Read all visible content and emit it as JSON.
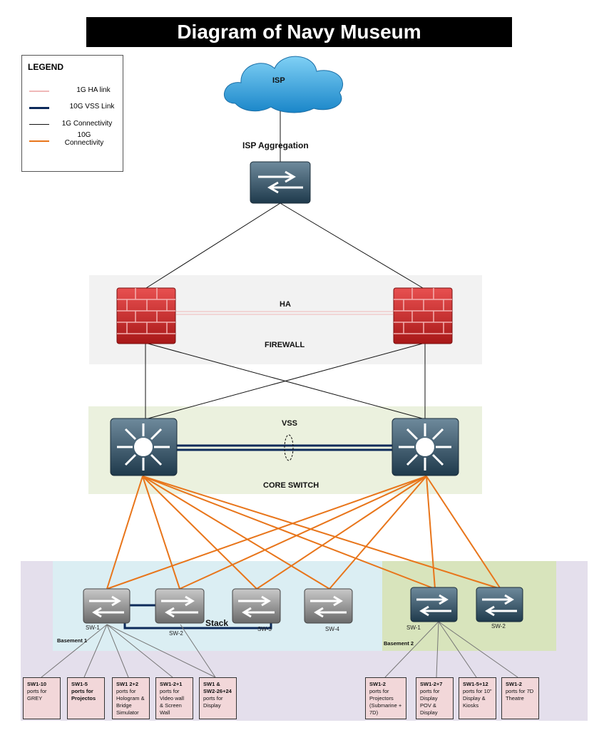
{
  "title": "Diagram of Navy Museum",
  "legend": {
    "title": "LEGEND",
    "items": [
      {
        "label": "1G HA link",
        "color": "#f0b8b8"
      },
      {
        "label": "10G VSS Link",
        "color": "#0c2a5a"
      },
      {
        "label": "1G Connectivity",
        "color": "#111111"
      },
      {
        "label": "10G Connectivity",
        "color": "#e8751a"
      }
    ]
  },
  "labels": {
    "isp": "ISP",
    "isp_aggregation": "ISP Aggregation",
    "ha": "HA",
    "firewall": "FIREWALL",
    "vss": "VSS",
    "core_switch": "CORE SWITCH",
    "stack": "Stack",
    "basement1": "Basement 1",
    "basement2": "Basement 2"
  },
  "basement1_switches": [
    "SW-1",
    "SW-2",
    "SW-3",
    "SW-4"
  ],
  "basement2_switches": [
    "SW-1",
    "SW-2"
  ],
  "basement1_boxes": [
    {
      "bold": "SW1-10",
      "text": "ports for GREY"
    },
    {
      "bold": "SW1-5 ports for Projectos",
      "text": ""
    },
    {
      "bold": "SW1 2+2",
      "text": "ports for Hologram & Bridge Simulator"
    },
    {
      "bold": "SW1-2+1",
      "text": "ports for Video wall & Screen Wall"
    },
    {
      "bold": "SW1 & SW2-26+24",
      "text": "ports for Display"
    }
  ],
  "basement2_boxes": [
    {
      "bold": "SW1-2",
      "text": "ports for Projectors (Submarine + 7D)"
    },
    {
      "bold": "SW1-2+7",
      "text": "ports for Display POV & Display"
    },
    {
      "bold": "SW1-5+12",
      "text": "ports for 10\" Display & Kiosks"
    },
    {
      "bold": "SW1-2",
      "text": "ports for 7D Theatre"
    }
  ],
  "colors": {
    "ha_zone": "#f2f2f2",
    "core_zone": "#ebf1de",
    "basement_outer": "#e4dfec",
    "basement1_zone": "#dbeef3",
    "basement2_zone": "#d8e4bc",
    "orange": "#e8751a",
    "navy": "#0c2a5a"
  }
}
